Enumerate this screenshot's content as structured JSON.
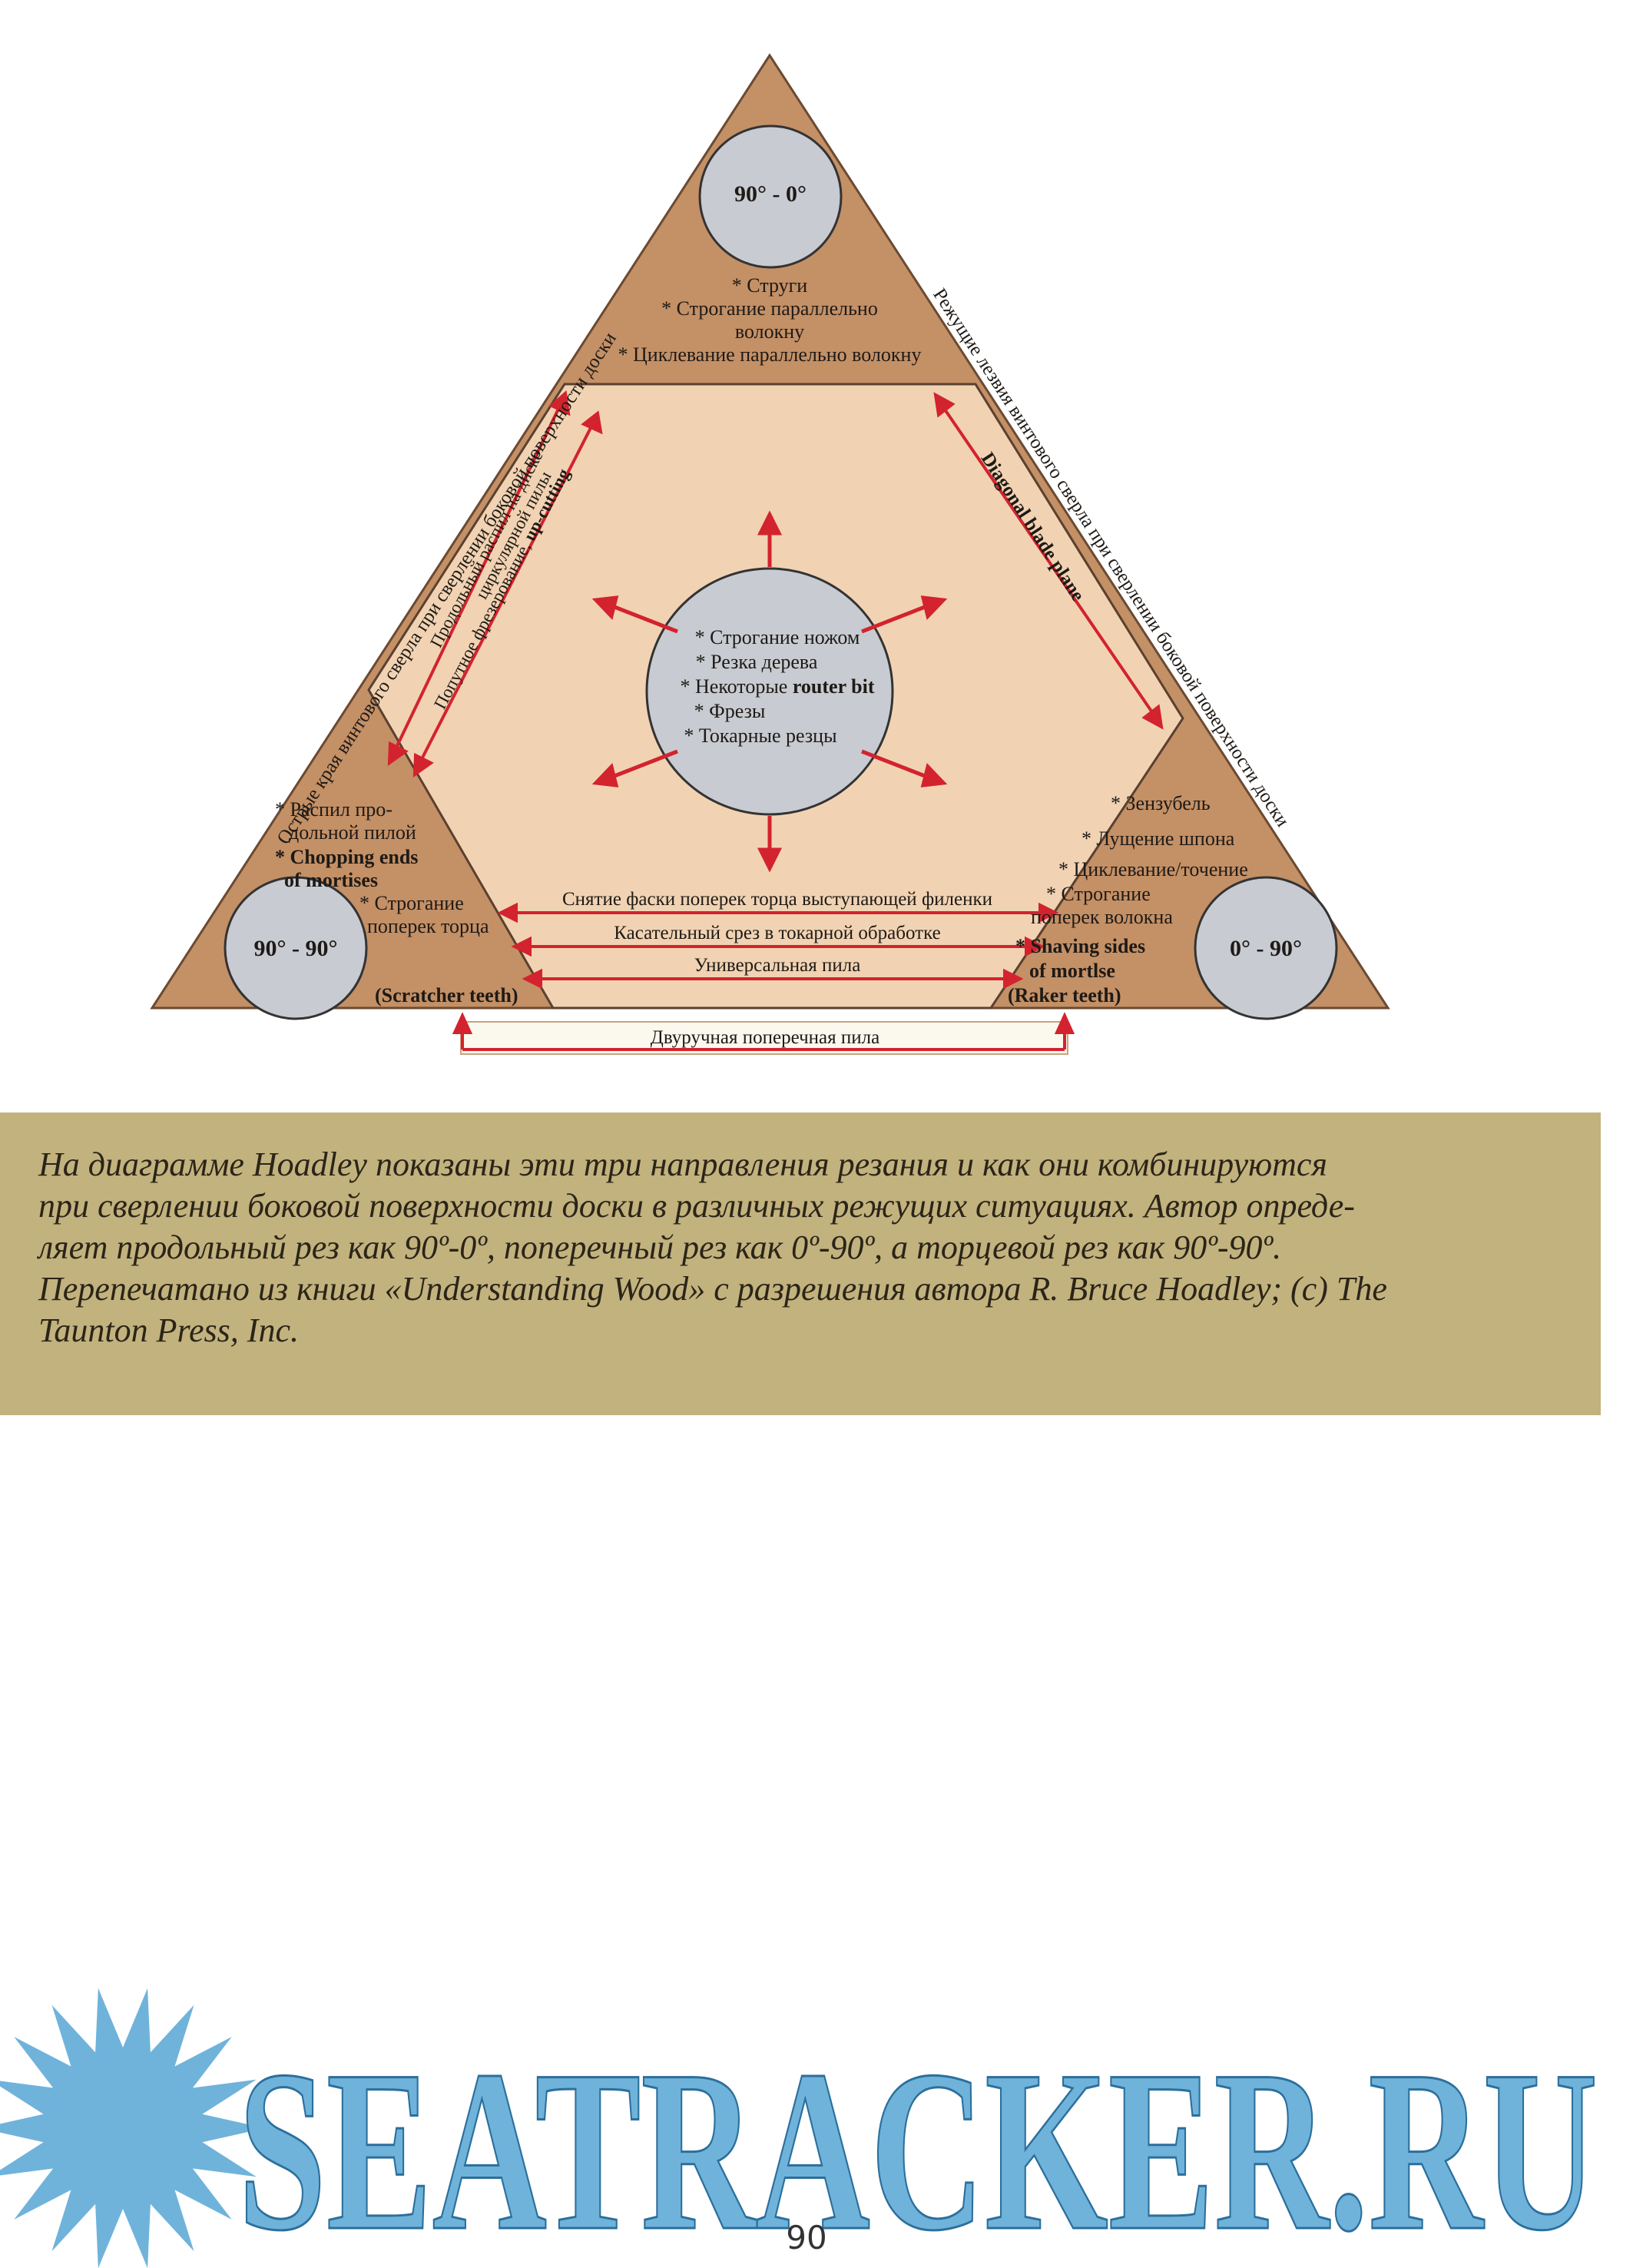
{
  "diagram": {
    "corners": {
      "top": "90° - 0°",
      "left": "90° - 90°",
      "right": "0° - 90°"
    },
    "top_region": [
      "* Струги",
      "* Строгание параллельно",
      "волокну",
      "* Циклевание параллельно волокну"
    ],
    "center_circle": {
      "line1": "* Строгание ножом",
      "line2": "* Резка дерева",
      "line3_prefix": "* Некоторые ",
      "line3_bold": "router bit",
      "line4": "* Фрезы",
      "line5": "* Токарные резцы"
    },
    "left_region": {
      "line1": "* Распил про-",
      "line2": "дольной пилой",
      "line3": "* Chopping ends",
      "line4": "of mortises",
      "line5": "* Строгание",
      "line6": "поперек торца",
      "footer": "(Scratcher teeth)"
    },
    "right_region": {
      "line1": "* Зензубель",
      "line2": "* Лущение шпона",
      "line3": "* Циклевание/точение",
      "line4": "* Строгание",
      "line5": "поперек волокна",
      "line6": "* Shaving sides",
      "line7": "of mortlse",
      "footer": "(Raker teeth)"
    },
    "left_outer_edge": "Острые края винтового сверла при сверлении боковой поверхности доски",
    "right_outer_edge": "Режущие лезвия винтового сверла при сверлении боковой поверхности доски",
    "left_inner_arrows": {
      "line1": "Продольный распил на диске",
      "line2": "циркулярной пилы",
      "line3_prefix": "Попутное фрезерование, ",
      "line3_bold": "up-cutting"
    },
    "right_inner_arrow": "Diagonal blade plane",
    "bottom_arrows": [
      "Снятие фаски поперек торца выступающей филенки",
      "Касательный срез в токарной обработке",
      "Универсальная пила",
      "Двуручная поперечная пила"
    ]
  },
  "caption": {
    "lines": [
      "На диаграмме Hoadley показаны эти три направления резания и как они комбинируются",
      "при сверлении боковой поверхности доски в различных режущих ситуациях. Автор опреде-",
      "ляет продольный рез как 90º-0º, поперечный рез как 0º-90º, а торцевой рез как 90º-90º.",
      "Перепечатано из книги «Understanding Wood» с разрешения автора R. Bruce Hoadley; (c) The",
      "Taunton Press, Inc."
    ]
  },
  "logo": {
    "text": "SEATRACKER.RU",
    "icon": "sun-icon"
  },
  "page_number": "90",
  "colors": {
    "triangle": "#c49066",
    "inner_hexagon": "#f1d3b3",
    "circles": "#c8cbd1",
    "arrows": "#d3232e",
    "caption_bg": "#c2b27e",
    "logo_blue": "#6fb3db"
  }
}
